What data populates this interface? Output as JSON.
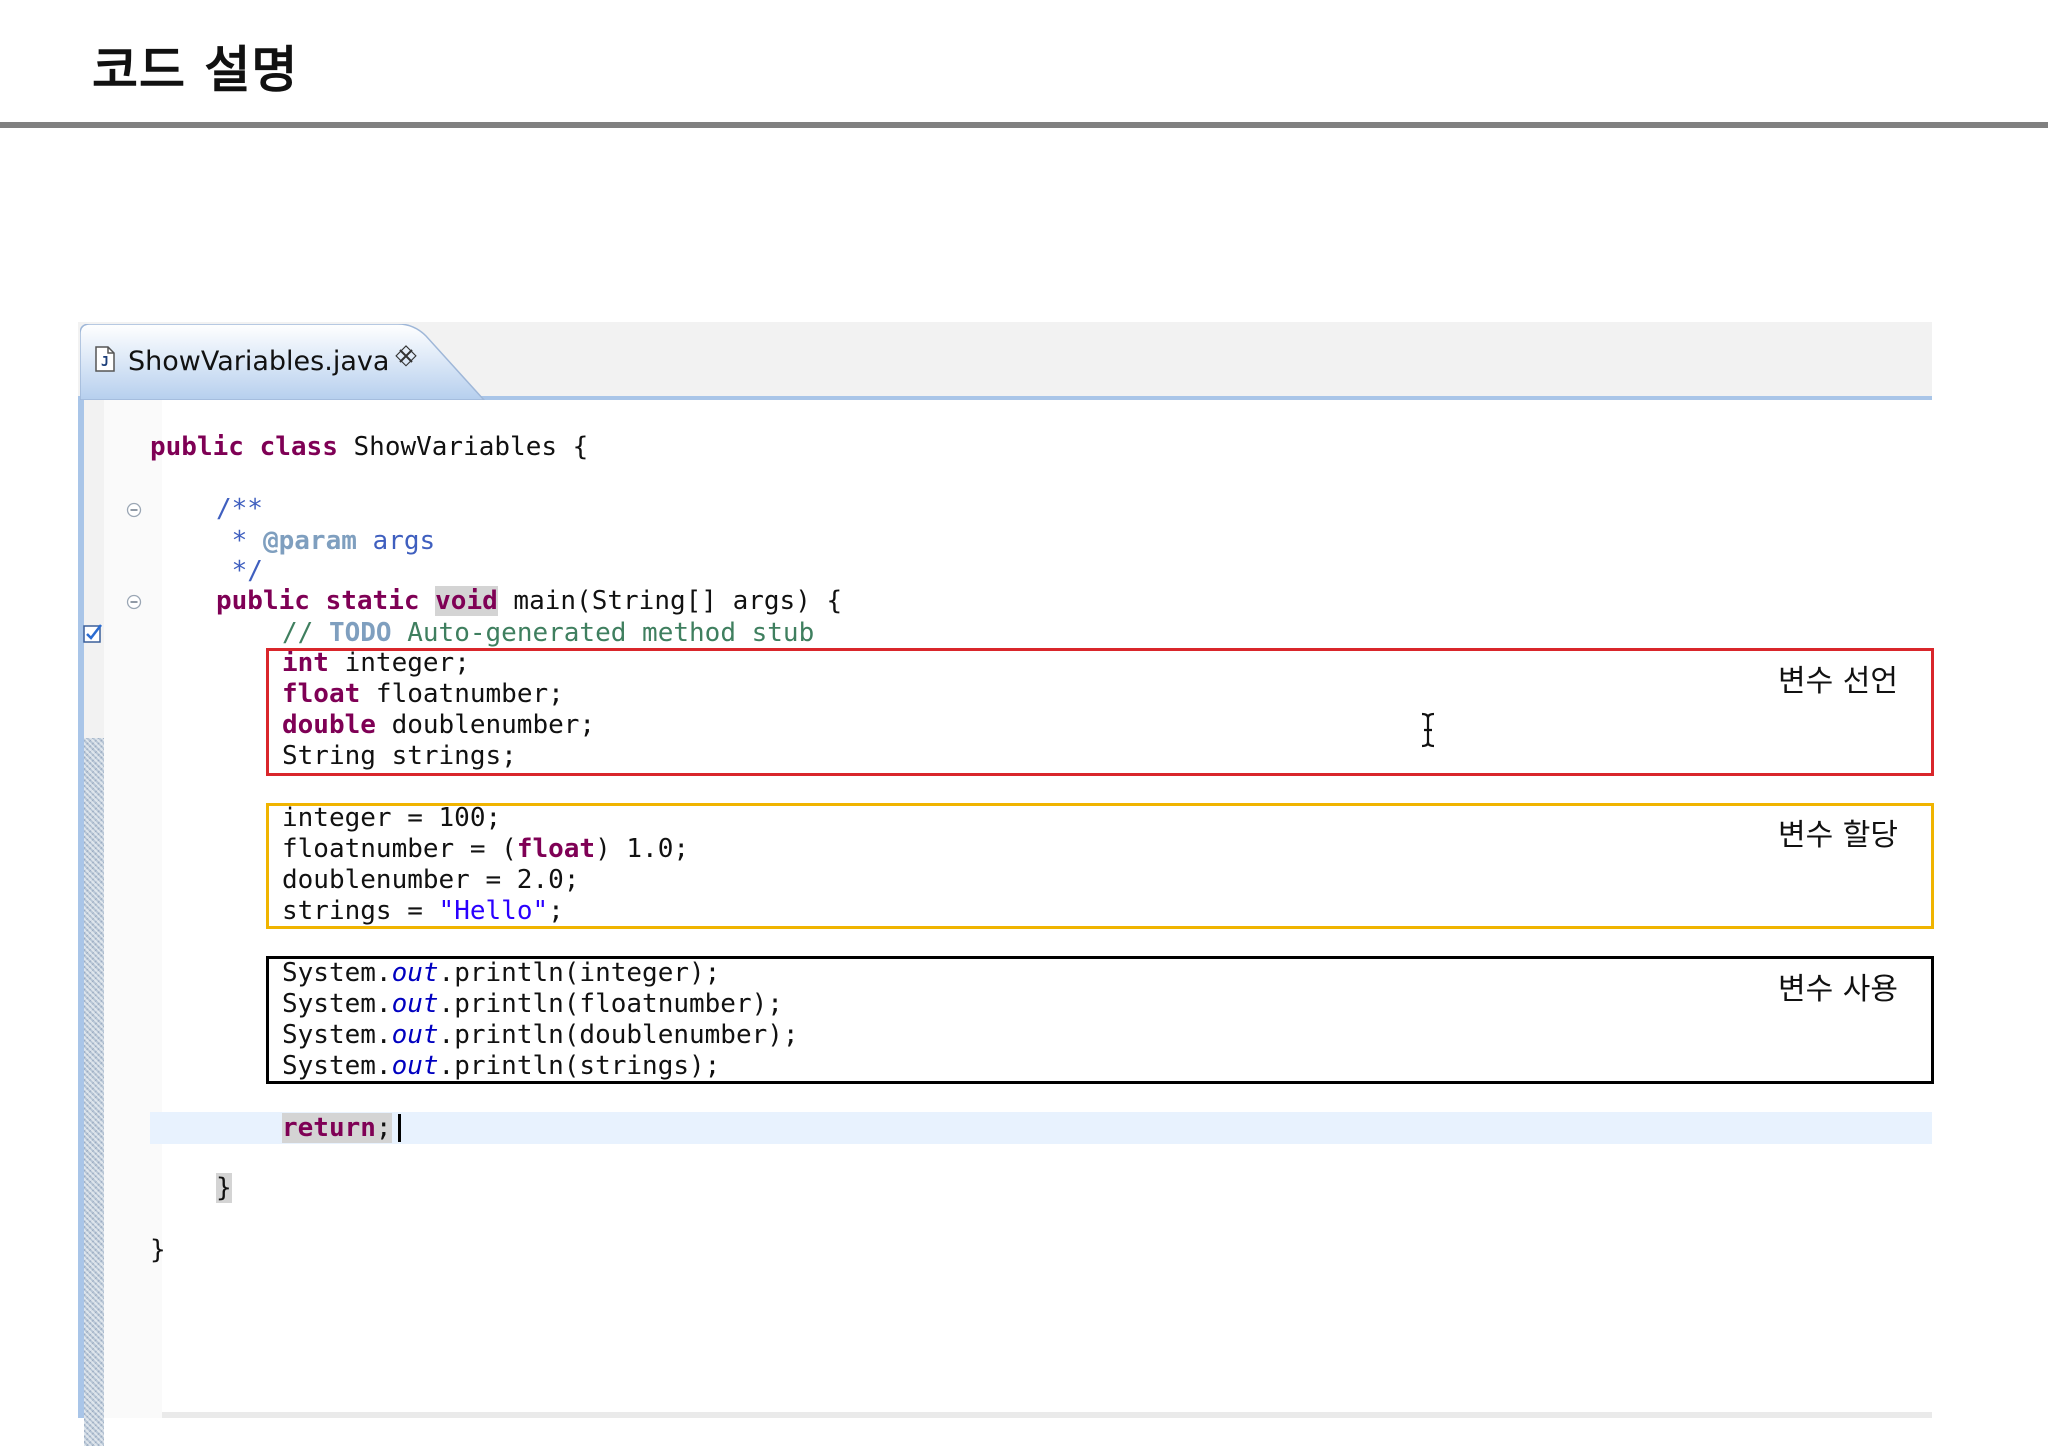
{
  "slide": {
    "title": "코드 설명"
  },
  "editor": {
    "tab": {
      "filename": "ShowVariables.java",
      "file_icon": "java-file-icon",
      "close_icon": "close-icon"
    },
    "code": {
      "l1": {
        "kw1": "public",
        "sp1": " ",
        "kw2": "class",
        "rest": " ShowVariables {"
      },
      "l2": "/**",
      "l3": {
        "pre": " * ",
        "tag": "@param",
        "rest": " args"
      },
      "l4": " */",
      "l5": {
        "kw1": "public",
        "sp1": " ",
        "kw2": "static",
        "sp2": " ",
        "kw3": "void",
        "rest": " main(String[] args) {"
      },
      "l6": {
        "pre": "// ",
        "todo": "TODO",
        "rest": " Auto-generated method stub"
      },
      "l7": {
        "kw": "int",
        "rest": " integer;"
      },
      "l8": {
        "kw": "float",
        "rest": " floatnumber;"
      },
      "l9": {
        "kw": "double",
        "rest": " doublenumber;"
      },
      "l10": "String strings;",
      "l11": "integer = 100;",
      "l12": {
        "pre": "floatnumber = (",
        "kw": "float",
        "rest": ") 1.0;"
      },
      "l13": "doublenumber = 2.0;",
      "l14": {
        "pre": "strings = ",
        "str": "\"Hello\"",
        "rest": ";"
      },
      "l15": {
        "pre": "System.",
        "field": "out",
        "rest": ".println(integer);"
      },
      "l16": {
        "pre": "System.",
        "field": "out",
        "rest": ".println(floatnumber);"
      },
      "l17": {
        "pre": "System.",
        "field": "out",
        "rest": ".println(doublenumber);"
      },
      "l18": {
        "pre": "System.",
        "field": "out",
        "rest": ".println(strings);"
      },
      "l19": {
        "kw": "return",
        "rest": ";"
      },
      "l20": "}",
      "l21": "}"
    }
  },
  "annotations": [
    {
      "label": "변수 선언",
      "color": "#d9262b"
    },
    {
      "label": "변수 할당",
      "color": "#f0b400"
    },
    {
      "label": "변수 사용",
      "color": "#000000"
    }
  ],
  "colors": {
    "keyword": "#7f0055",
    "javadoc": "#3f5fbf",
    "comment": "#3f7f5f",
    "string": "#2a00ff",
    "field": "#0000c0",
    "tab_accent": "#a9c5e8"
  }
}
